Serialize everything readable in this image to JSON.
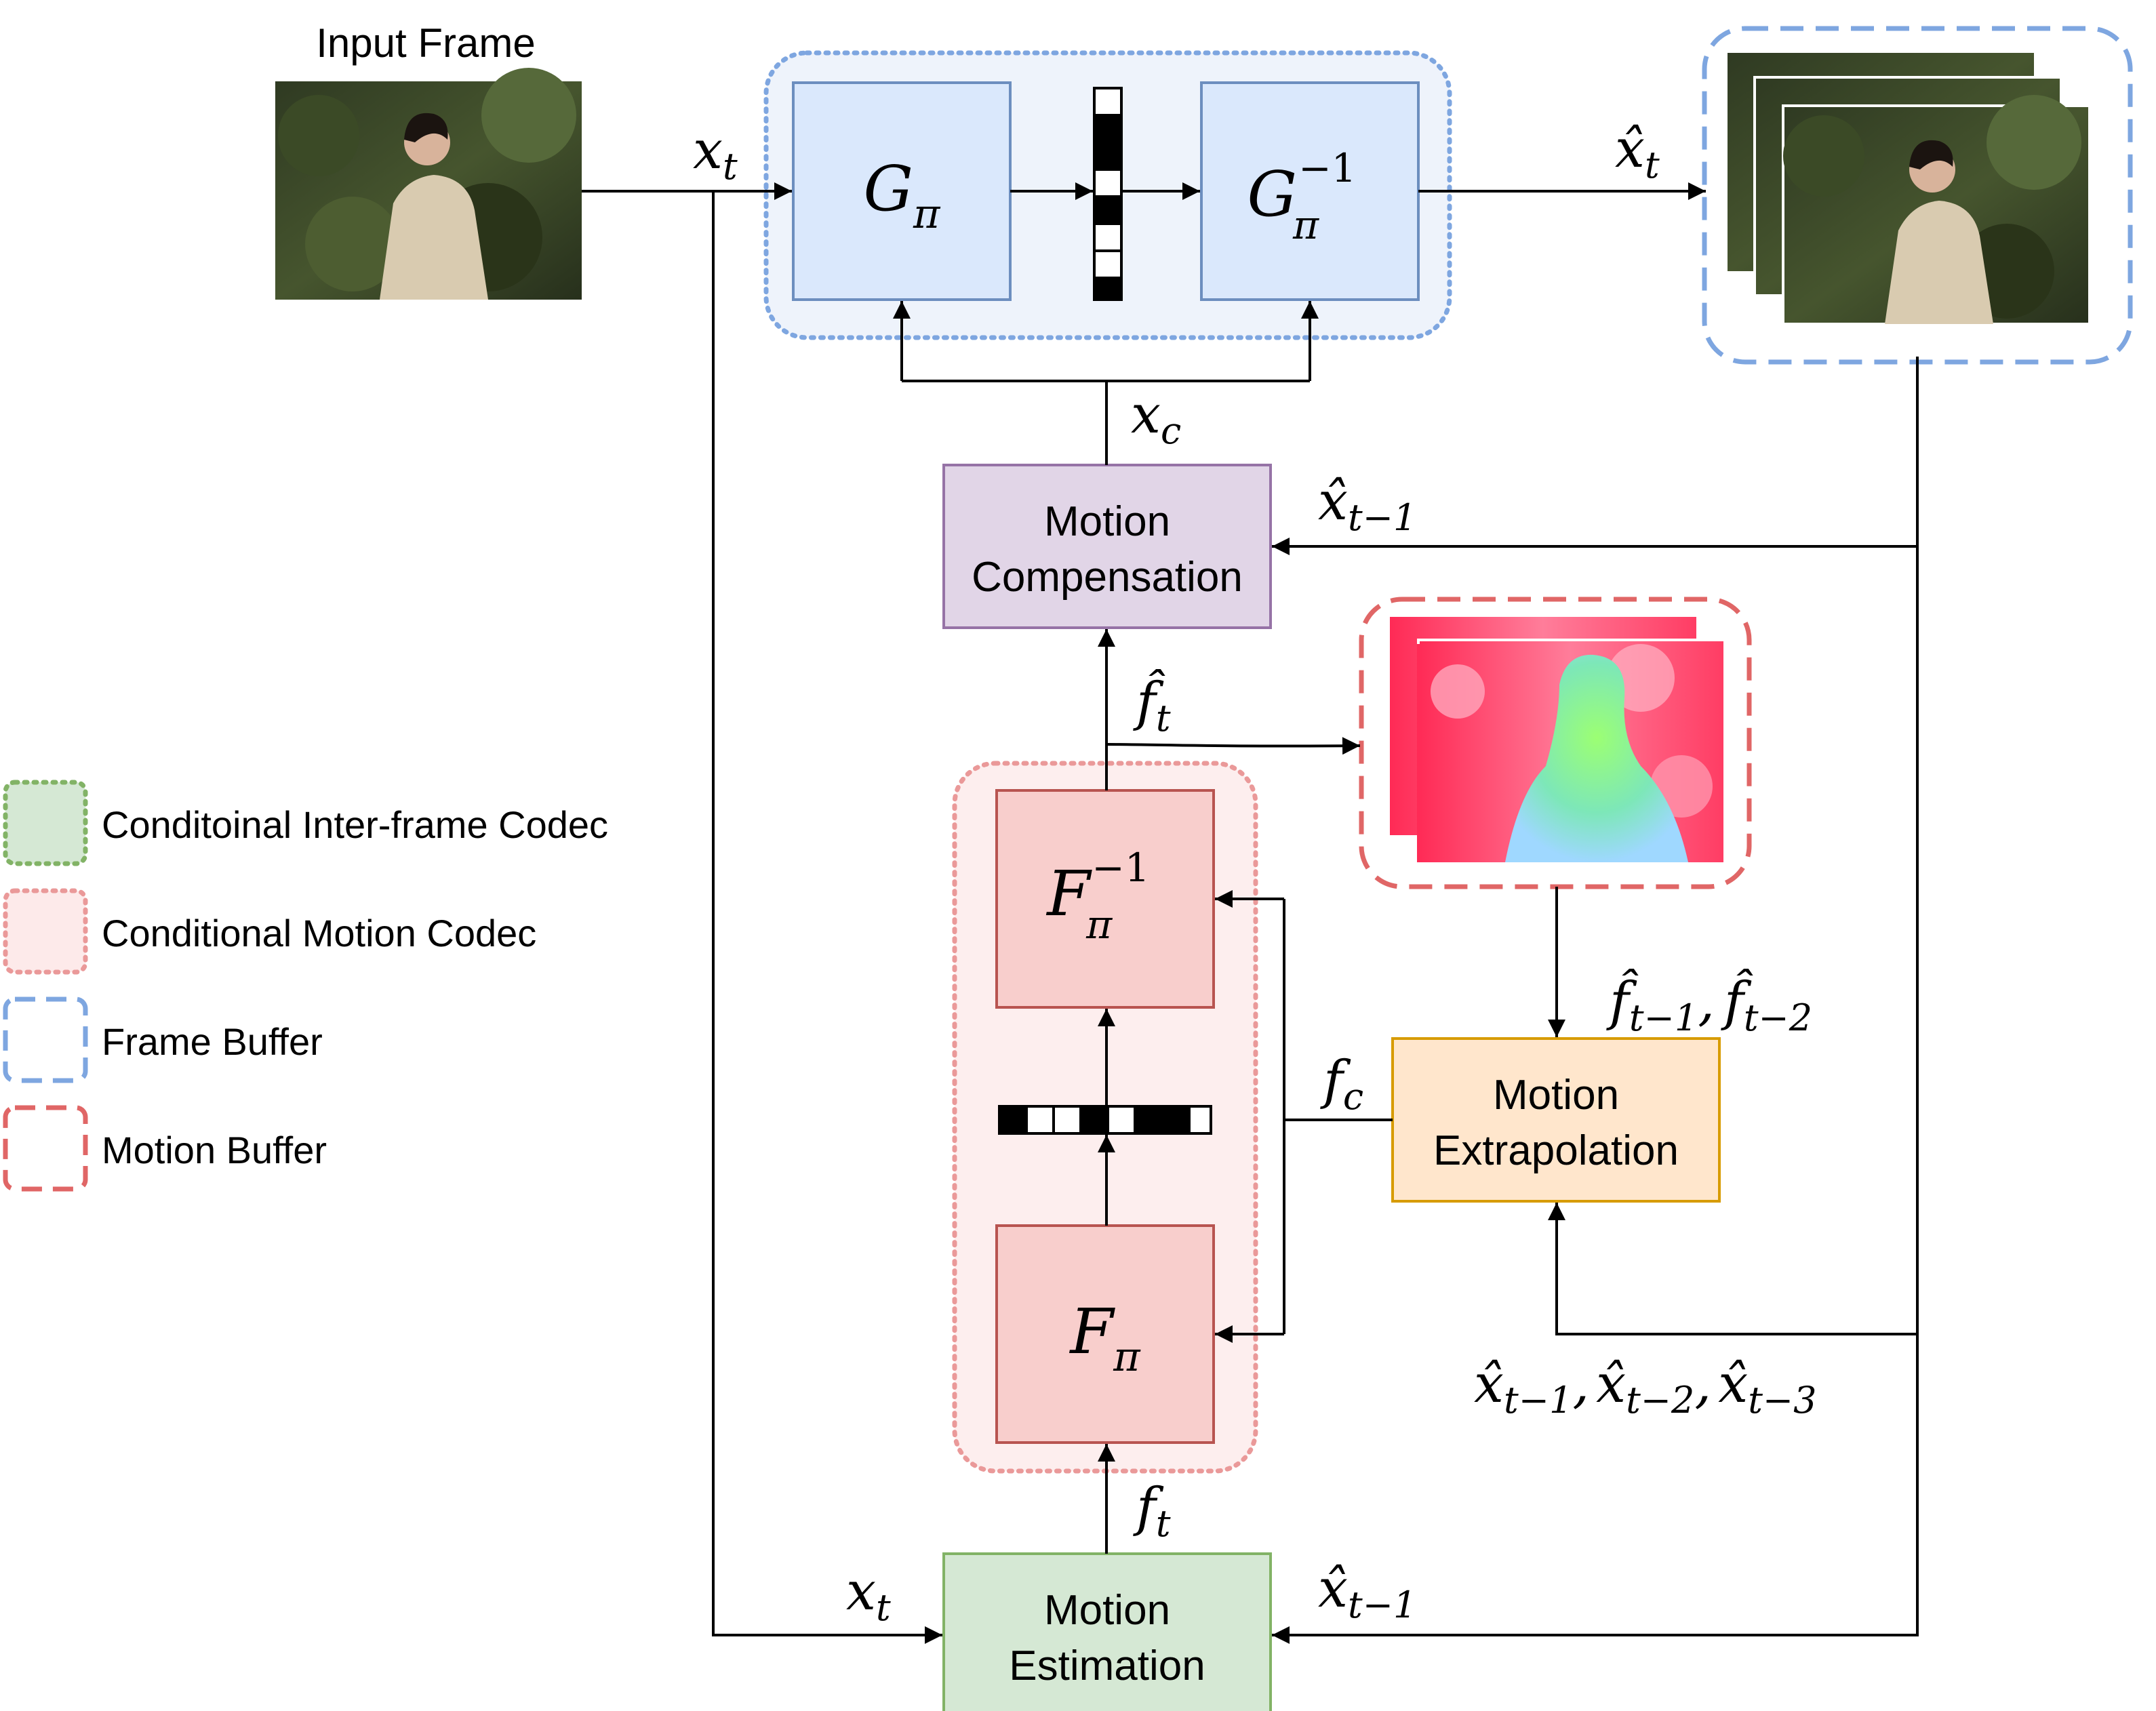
{
  "input_frame": {
    "title": "Input Frame"
  },
  "legend": [
    {
      "label": "Conditoinal Inter-frame Codec",
      "color": "#82b366",
      "fill": "#d5e8d4",
      "style": "dotted"
    },
    {
      "label": "Conditional Motion Codec",
      "color": "#ea9999",
      "fill": "#fdeaea",
      "style": "dotted"
    },
    {
      "label": "Frame Buffer",
      "color": "#7ea6e0",
      "fill": "#ffffff",
      "style": "dashed"
    },
    {
      "label": "Motion Buffer",
      "color": "#e06666",
      "fill": "#ffffff",
      "style": "dashed"
    }
  ],
  "blocks": {
    "motion_compensation": {
      "line1": "Motion",
      "line2": "Compensation"
    },
    "motion_extrapolation": {
      "line1": "Motion",
      "line2": "Extrapolation"
    },
    "motion_estimation": {
      "line1": "Motion",
      "line2": "Estimation"
    },
    "g_pi": {
      "base": "G",
      "sub": "π"
    },
    "g_pi_inv": {
      "base": "G",
      "sub": "π",
      "sup": "−1"
    },
    "f_pi": {
      "base": "F",
      "sub": "π"
    },
    "f_pi_inv": {
      "base": "F",
      "sub": "π",
      "sup": "−1"
    }
  },
  "signals": {
    "x_t_top": {
      "base": "x",
      "sub": "t"
    },
    "x_hat_t": {
      "base": "x̂",
      "sub": "t"
    },
    "x_c": {
      "base": "x",
      "sub": "c"
    },
    "x_hat_t1_mc": {
      "base": "x̂",
      "sub": "t−1"
    },
    "f_hat_t": {
      "base": "f̂",
      "sub": "t"
    },
    "f_hat_prev_a": {
      "base": "f̂",
      "sub": "t−1"
    },
    "f_hat_prev_sep": ",",
    "f_hat_prev_b": {
      "base": "f̂",
      "sub": "t−2"
    },
    "f_c": {
      "base": "f",
      "sub": "c"
    },
    "x_hat_prev_a": {
      "base": "x̂",
      "sub": "t−1"
    },
    "x_hat_prev_sep1": ",",
    "x_hat_prev_b": {
      "base": "x̂",
      "sub": "t−2"
    },
    "x_hat_prev_sep2": ",",
    "x_hat_prev_c": {
      "base": "x̂",
      "sub": "t−3"
    },
    "f_t": {
      "base": "f",
      "sub": "t"
    },
    "x_t_bottom": {
      "base": "x",
      "sub": "t"
    },
    "x_hat_t1_me": {
      "base": "x̂",
      "sub": "t−1"
    }
  },
  "colors": {
    "blue_fill": "#dae8fc",
    "blue_stroke": "#6c8ebf",
    "purple_fill": "#e1d5e7",
    "purple_stroke": "#9673a6",
    "red_fill": "#f8cecc",
    "red_stroke": "#b85450",
    "orange_fill": "#ffe6cc",
    "orange_stroke": "#d79b00",
    "green_fill": "#d5e8d4",
    "green_stroke": "#82b366"
  }
}
